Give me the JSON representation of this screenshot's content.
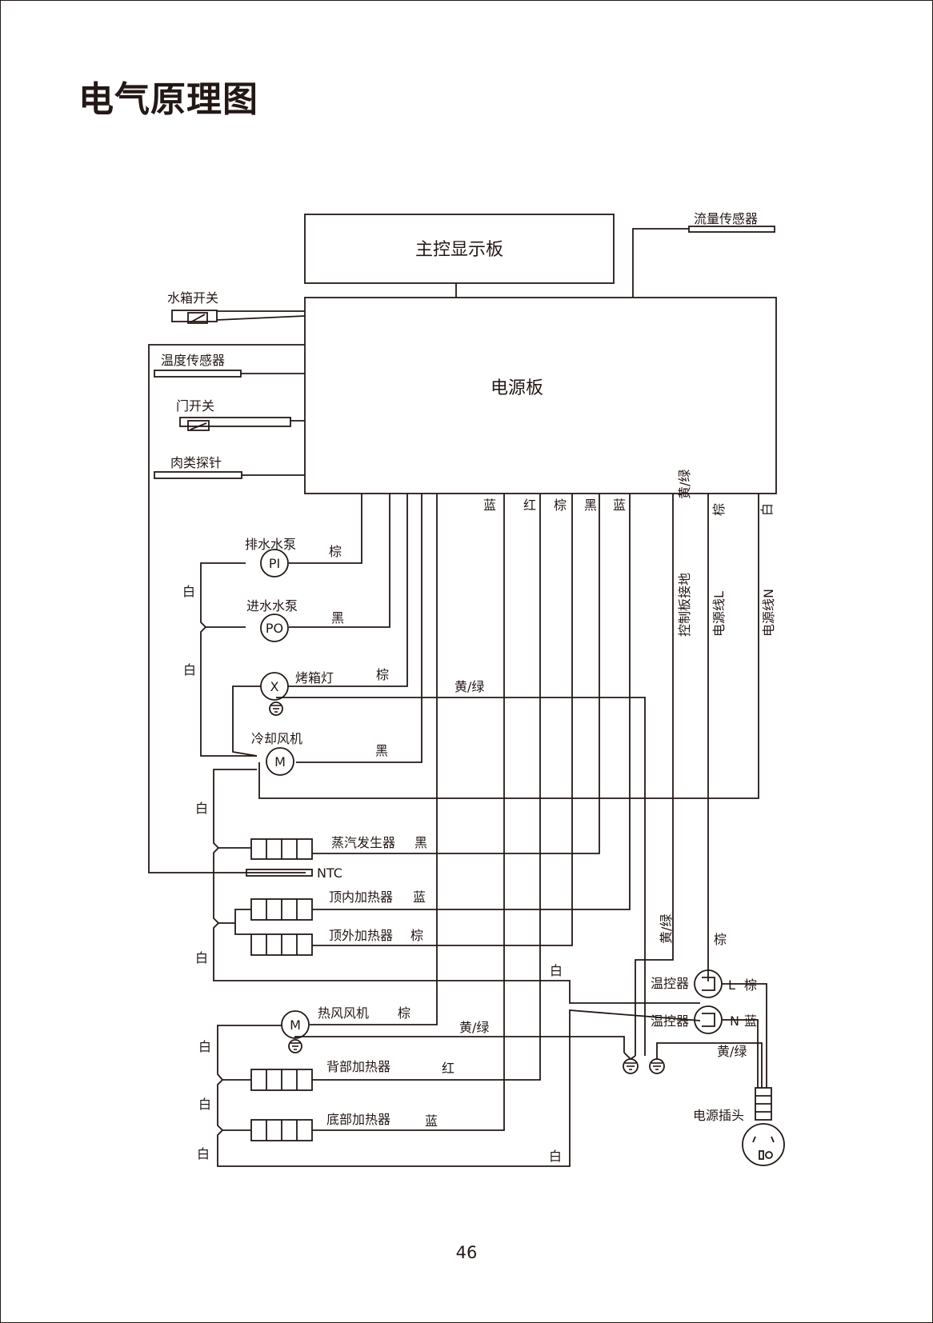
{
  "page": {
    "title": "电气原理图",
    "page_number": "46"
  },
  "boards": {
    "main_display": "主控显示板",
    "power": "电源板",
    "flow_sensor": "流量传感器"
  },
  "switches": {
    "water_tank": "水箱开关",
    "temp_sensor": "温度传感器",
    "door": "门开关",
    "meat_probe": "肉类探针"
  },
  "components": {
    "drain_pump": "排水水泵",
    "drain_pump_symbol": "PI",
    "inlet_pump": "进水水泵",
    "inlet_pump_symbol": "PO",
    "oven_lamp": "烤箱灯",
    "oven_lamp_symbol": "X",
    "cooling_fan": "冷却风机",
    "motor_symbol": "M",
    "steam_gen": "蒸汽发生器",
    "ntc": "NTC",
    "top_inner_heater": "顶内加热器",
    "top_outer_heater": "顶外加热器",
    "hot_air_fan": "热风风机",
    "back_heater": "背部加热器",
    "bottom_heater": "底部加热器",
    "thermostat_1": "温控器",
    "thermostat_2": "温控器",
    "plug": "电源插头",
    "L": "L",
    "N": "N"
  },
  "wire_colors": {
    "blue": "蓝",
    "red": "红",
    "brown": "棕",
    "black": "黑",
    "white": "白",
    "yellow_green": "黄/绿"
  },
  "vertical_labels": {
    "board_ground": "控制板接地",
    "power_line_l": "电源线L",
    "power_line_n": "电源线N"
  }
}
